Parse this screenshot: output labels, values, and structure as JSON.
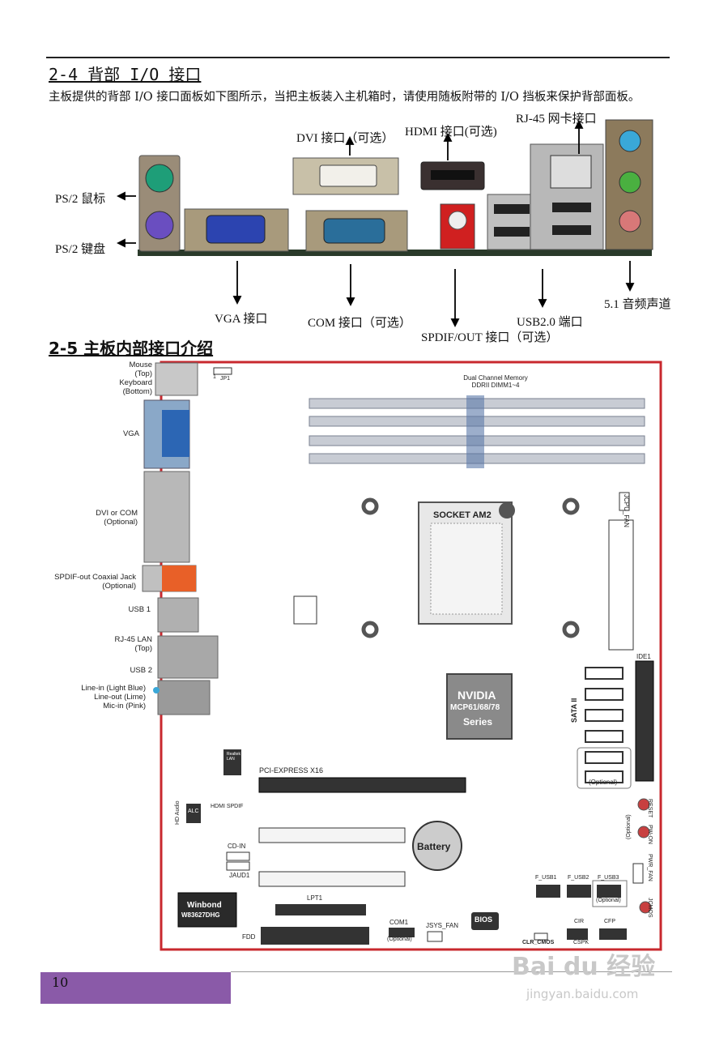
{
  "section_io": {
    "title": "2-4 背部 I/O 接口",
    "description": "主板提供的背部 I/O 接口面板如下图所示，当把主板装入主机箱时，请使用随板附带的 I/O 挡板来保护背部面板。"
  },
  "io_labels": {
    "ps2_mouse": "PS/2 鼠标",
    "ps2_keyboard": "PS/2 键盘",
    "dvi": "DVI 接口（可选）",
    "hdmi": "HDMI 接口(可选)",
    "rj45": "RJ-45 网卡接口",
    "vga": "VGA 接口",
    "com": "COM  接口（可选）",
    "spdif": "SPDIF/OUT 接口（可选）",
    "usb": "USB2.0 端口",
    "audio": "5.1 音频声道"
  },
  "section_internal": {
    "title": "2-5  主板内部接口介绍"
  },
  "board_left_labels": {
    "mouse": "Mouse\n(Top)\nKeyboard\n(Bottom)",
    "vga": "VGA",
    "dvi_com": "DVI or COM\n(Optional)",
    "spdif": "SPDIF-out Coaxial Jack\n(Optional)",
    "usb1": "USB 1",
    "rj45": "RJ-45 LAN\n(Top)",
    "usb2": "USB 2",
    "audio": "Line-in (Light Blue)\nLine-out (Lime)\nMic-in (Pink)"
  },
  "board_labels": {
    "jp1": "JP1",
    "jp1_pin": "1",
    "memory": "Dual Channel Memory\nDDRII DIMM1~4",
    "socket": "SOCKET AM2",
    "jcpu_fan": "JCPU_FAN",
    "ide1": "IDE1",
    "sata": "SATA II",
    "optional": "(Optional)",
    "nvidia_line1": "NVIDIA",
    "nvidia_line2": "MCP61/68/78",
    "nvidia_line3": "Series",
    "pcie": "PCI-EXPRESS X16",
    "realtek": "Realtek\nLAN",
    "hd_audio": "HD Audio",
    "alc": "ALC",
    "hdmi_spdif": "HDMI  SPDIF",
    "cd_in": "CD-IN",
    "jaud1": "JAUD1",
    "battery": "Battery",
    "reset": "RESET",
    "pw_on": "PW-ON",
    "pwr_fan": "PWR_FAN",
    "f_usb1": "F_USB1",
    "f_usb2": "F_USB2",
    "f_usb3": "F_USB3",
    "jcmos": "JCMOS",
    "winbond_line1": "Winbond",
    "winbond_line2": "W83627DHG",
    "lpt1": "LPT1",
    "com1": "COM1",
    "jsys_fan": "JSYS_FAN",
    "bios": "BIOS",
    "fdd": "FDD",
    "clr_cmos": "CLR_CMOS",
    "cir": "CIR",
    "cfp": "CFP",
    "cspk": "CSPK"
  },
  "footer": {
    "page_number": "10"
  },
  "watermark": {
    "brand": "Bai du 经验",
    "url": "jingyan.baidu.com"
  },
  "colors": {
    "board_border": "#c8282e",
    "footer_bar": "#8a5aa8"
  }
}
